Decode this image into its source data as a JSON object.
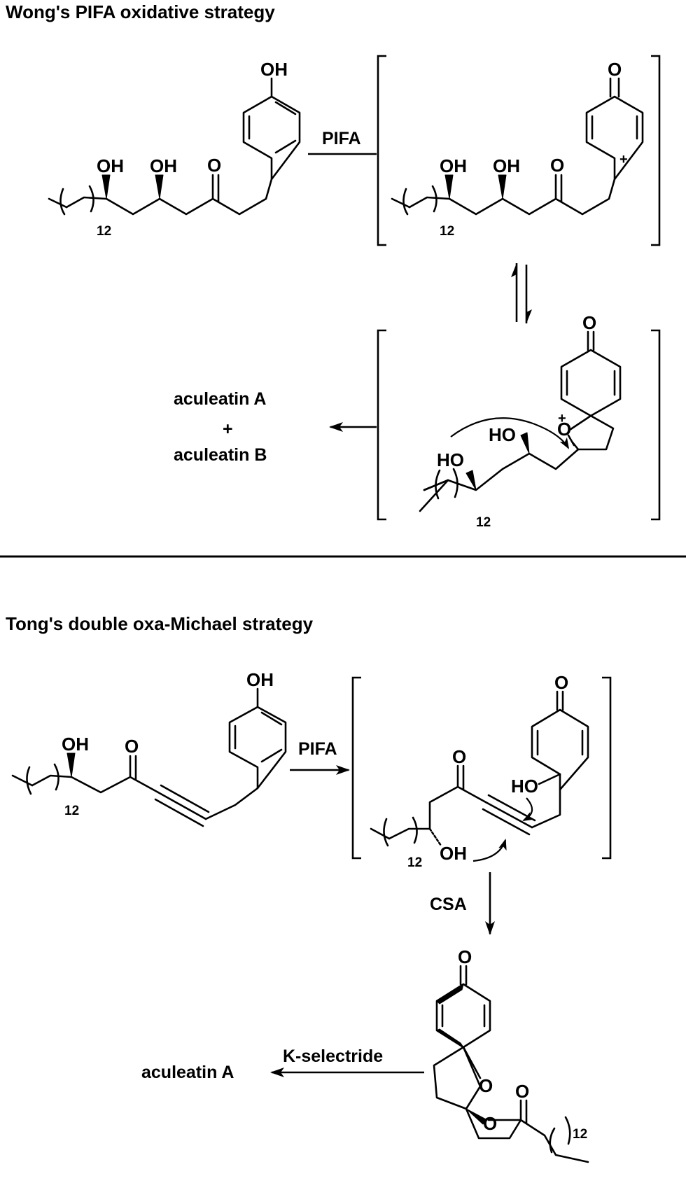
{
  "headings": {
    "wong": "Wong's PIFA oxidative strategy",
    "tong": "Tong's double oxa-Michael strategy"
  },
  "atoms": {
    "OH": "OH",
    "HO": "HO",
    "O": "O",
    "plus": "+",
    "subscript_12": "12"
  },
  "reagents": {
    "pifa": "PIFA",
    "csa": "CSA",
    "kselectride": "K-selectride"
  },
  "products": {
    "aculeatin_a": "aculeatin A",
    "aculeatin_b": "aculeatin B",
    "plus": "+"
  }
}
